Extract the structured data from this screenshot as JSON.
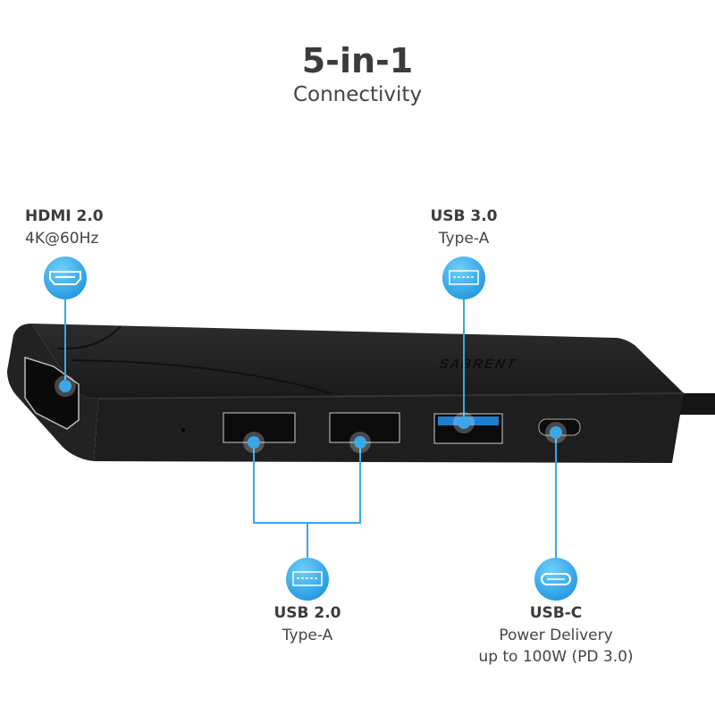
{
  "header": {
    "title": "5-in-1",
    "subtitle": "Connectivity"
  },
  "device": {
    "brand": "SABRENT"
  },
  "ports": {
    "hdmi": {
      "name": "HDMI 2.0",
      "detail": "4K@60Hz",
      "icon": "hdmi-port-icon"
    },
    "usb3": {
      "name": "USB 3.0",
      "detail": "Type-A",
      "icon": "usb-a-port-icon"
    },
    "usb2": {
      "name": "USB 2.0",
      "detail": "Type-A",
      "icon": "usb-a-port-icon"
    },
    "usbc": {
      "name": "USB-C",
      "detail": "Power Delivery",
      "detail2": "up to 100W (PD 3.0)",
      "icon": "usb-c-port-icon"
    }
  },
  "colors": {
    "accent": "#3aa6e6",
    "device": "#1f1f1f",
    "text": "#3b3b3b"
  }
}
